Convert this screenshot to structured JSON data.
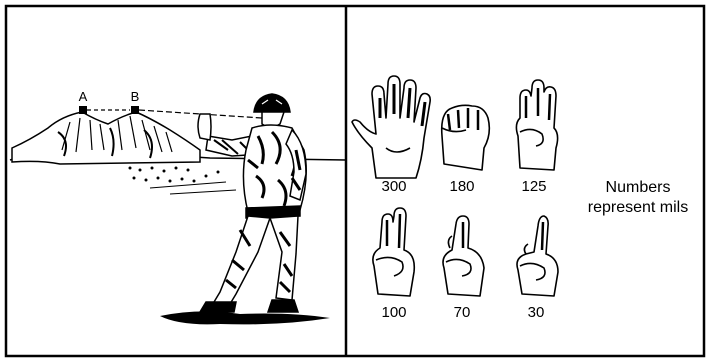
{
  "figure": {
    "point_labels": [
      "A",
      "B"
    ],
    "hands": [
      {
        "value": "300",
        "icon": "hand-spread-icon"
      },
      {
        "value": "180",
        "icon": "hand-fist-icon"
      },
      {
        "value": "125",
        "icon": "hand-three-fingers-icon"
      },
      {
        "value": "100",
        "icon": "hand-two-fingers-icon"
      },
      {
        "value": "70",
        "icon": "hand-one-finger-sideways-icon"
      },
      {
        "value": "30",
        "icon": "hand-thumb-up-icon"
      }
    ],
    "note_line1": "Numbers",
    "note_line2": "represent mils"
  }
}
